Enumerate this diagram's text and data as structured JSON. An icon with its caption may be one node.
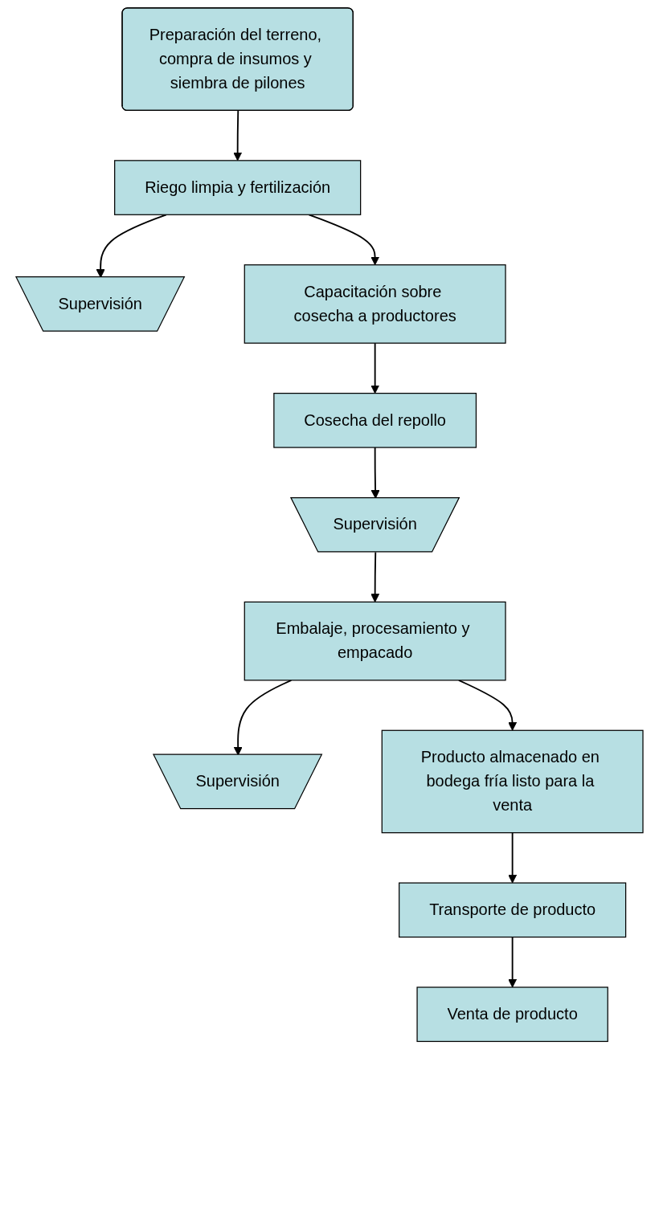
{
  "diagram": {
    "nodes": [
      {
        "text": [
          "Preparación del terreno, compra de insumos y siembra de pilones"
        ]
      },
      {
        "text": [
          "Riego limpia y fertilización"
        ]
      },
      {
        "text": [
          "Supervisión"
        ]
      },
      {
        "text": [
          "Capacitación sobre cosecha a productores"
        ]
      },
      {
        "text": [
          "Cosecha del repollo"
        ]
      },
      {
        "text": [
          "Supervisión"
        ]
      },
      {
        "text": [
          "Embalaje, procesamiento y empacado"
        ]
      },
      {
        "text": [
          "Supervisión"
        ]
      },
      {
        "text": [
          "Producto almacenado en bodega fría listo para la venta"
        ]
      },
      {
        "text": [
          "Transporte de producto"
        ]
      },
      {
        "text": [
          "Venta de producto"
        ]
      }
    ],
    "edges": [
      {
        "from": 0,
        "to": 1,
        "arrow": "to"
      },
      {
        "from": 1,
        "to": 2,
        "arrow": "to"
      },
      {
        "from": 1,
        "to": 3,
        "arrow": "to"
      },
      {
        "from": 3,
        "to": 4,
        "arrow": "to"
      },
      {
        "from": 4,
        "to": 5,
        "arrow": "to"
      },
      {
        "from": 5,
        "to": 6,
        "arrow": "to"
      },
      {
        "from": 6,
        "to": 7,
        "arrow": "to"
      },
      {
        "from": 6,
        "to": 8,
        "arrow": "to"
      },
      {
        "from": 8,
        "to": 9,
        "arrow": "to"
      },
      {
        "from": 9,
        "to": 10,
        "arrow": "to"
      }
    ]
  }
}
